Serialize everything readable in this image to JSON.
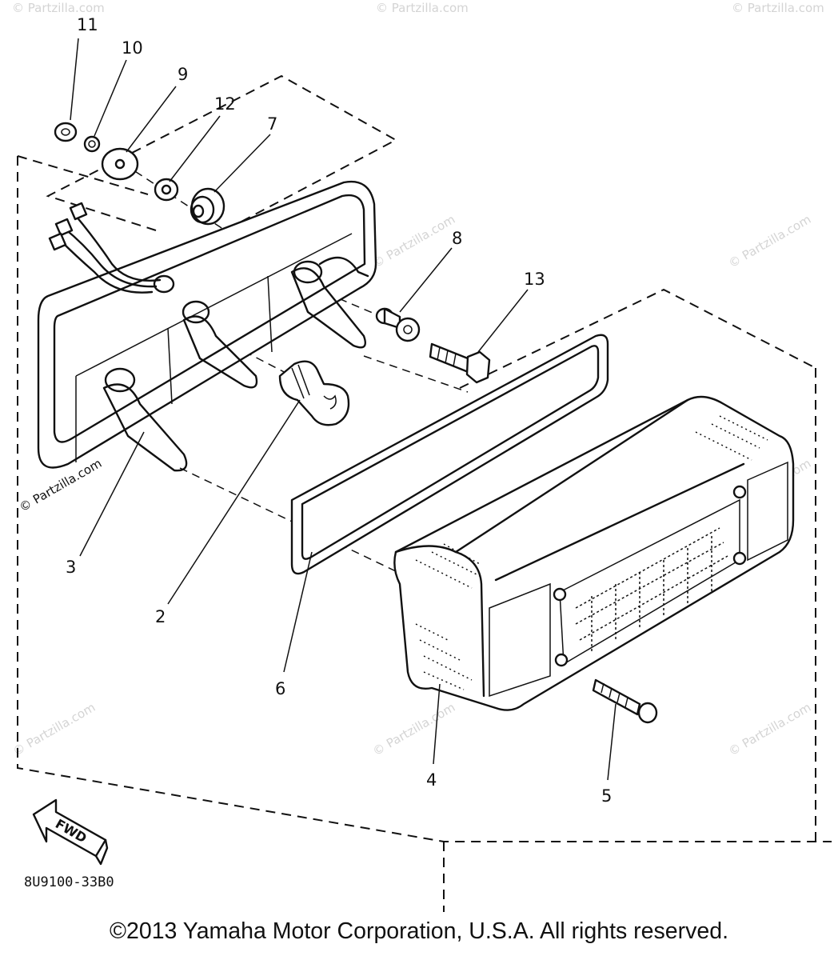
{
  "diagram": {
    "callouts": [
      {
        "id": "c11",
        "label": "11"
      },
      {
        "id": "c10",
        "label": "10"
      },
      {
        "id": "c9",
        "label": "9"
      },
      {
        "id": "c12",
        "label": "12"
      },
      {
        "id": "c7",
        "label": "7"
      },
      {
        "id": "c8",
        "label": "8"
      },
      {
        "id": "c13",
        "label": "13"
      },
      {
        "id": "c3",
        "label": "3"
      },
      {
        "id": "c2",
        "label": "2"
      },
      {
        "id": "c6",
        "label": "6"
      },
      {
        "id": "c4",
        "label": "4"
      },
      {
        "id": "c5",
        "label": "5"
      }
    ],
    "fwd_label": "FWD",
    "drawing_code": "8U9100-33B0",
    "watermark": "© Partzilla.com"
  },
  "footer": {
    "copyright": "©2013 Yamaha Motor Corporation, U.S.A. All rights reserved."
  }
}
